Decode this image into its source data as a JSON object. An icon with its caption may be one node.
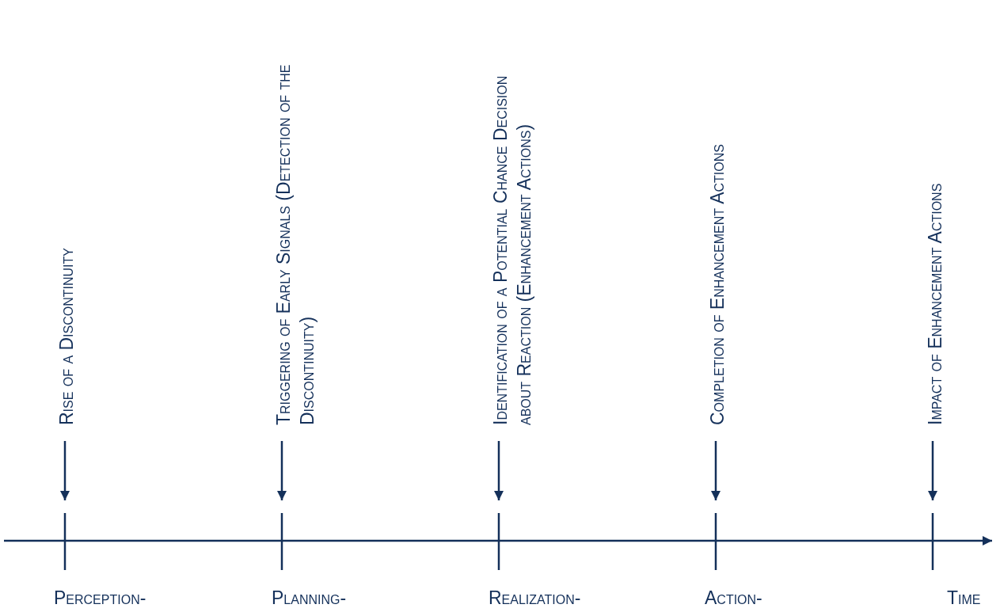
{
  "diagram": {
    "nodes": [
      {
        "text": [
          "Rise of a Discontinuity"
        ]
      },
      {
        "text": [
          "Triggering of Early Signals (Detection of the Discontinuity)"
        ]
      },
      {
        "text": [
          "Identification of a Potential Chance Decision about Reaction (Enhancement Actions)"
        ]
      },
      {
        "text": [
          "Completion of Enhancement Actions"
        ]
      },
      {
        "text": [
          "Impact of Enhancement Actions"
        ]
      }
    ],
    "edges": [
      {
        "from": 0,
        "to": null,
        "arrow": "to"
      },
      {
        "from": 1,
        "to": null,
        "arrow": "to"
      },
      {
        "from": 2,
        "to": null,
        "arrow": "to"
      },
      {
        "from": 3,
        "to": null,
        "arrow": "to"
      },
      {
        "from": 4,
        "to": null,
        "arrow": "to"
      }
    ],
    "labels": [
      "Perception-",
      "Planning-",
      "Realization-",
      "Action-",
      "Time"
    ]
  }
}
